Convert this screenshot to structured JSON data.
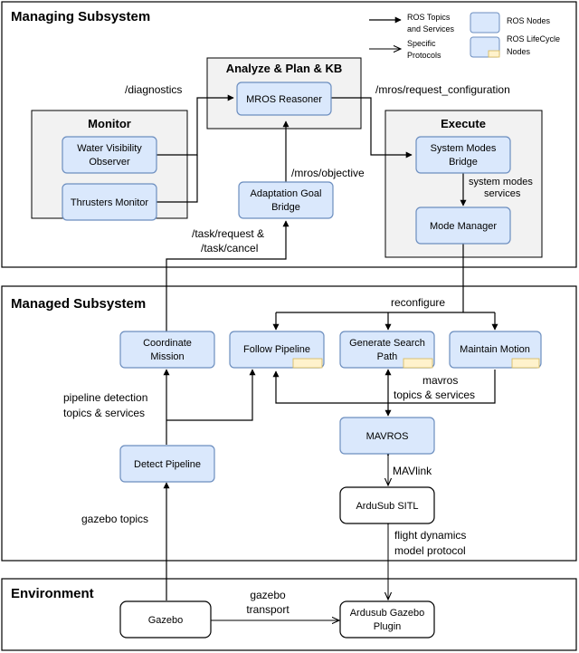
{
  "sections": {
    "managing": "Managing Subsystem",
    "managed": "Managed Subsystem",
    "environment": "Environment"
  },
  "groups": {
    "analyze": "Analyze & Plan & KB",
    "monitor": "Monitor",
    "execute": "Execute"
  },
  "legend": {
    "ros_topics_line1": "ROS Topics",
    "ros_topics_line2": "and Services",
    "specific_line1": "Specific",
    "specific_line2": "Protocols",
    "ros_nodes": "ROS Nodes",
    "ros_lifecycle_line1": "ROS LifeCycle",
    "ros_lifecycle_line2": "Nodes"
  },
  "nodes": {
    "mros_reasoner": "MROS Reasoner",
    "water_visibility_line1": "Water Visibility",
    "water_visibility_line2": "Observer",
    "thrusters_monitor": "Thrusters Monitor",
    "adaptation_goal_line1": "Adaptation Goal",
    "adaptation_goal_line2": "Bridge",
    "system_modes_line1": "System Modes",
    "system_modes_line2": "Bridge",
    "mode_manager": "Mode Manager",
    "coordinate_mission_line1": "Coordinate",
    "coordinate_mission_line2": "Mission",
    "follow_pipeline": "Follow Pipeline",
    "generate_search_line1": "Generate Search",
    "generate_search_line2": "Path",
    "maintain_motion": "Maintain Motion",
    "mavros": "MAVROS",
    "detect_pipeline": "Detect Pipeline",
    "ardusub_sitl": "ArduSub SITL",
    "gazebo": "Gazebo",
    "ardusub_plugin_line1": "Ardusub Gazebo",
    "ardusub_plugin_line2": "Plugin"
  },
  "edge_labels": {
    "diagnostics": "/diagnostics",
    "request_configuration": "/mros/request_configuration",
    "objective": "/mros/objective",
    "system_modes_line1": "system modes",
    "system_modes_line2": "services",
    "task_line1": "/task/request &",
    "task_line2": "/task/cancel",
    "reconfigure": "reconfigure",
    "pipeline_detection_line1": "pipeline detection",
    "pipeline_detection_line2": "topics & services",
    "mavros_topics_line1": "mavros",
    "mavros_topics_line2": "topics & services",
    "mavlink": "MAVlink",
    "gazebo_topics": "gazebo topics",
    "flight_dynamics_line1": "flight dynamics",
    "flight_dynamics_line2": "model protocol",
    "gazebo_transport_line1": "gazebo",
    "gazebo_transport_line2": "transport"
  },
  "colors": {
    "node_fill": "#dae8fc",
    "node_stroke": "#6c8ebf",
    "group_fill": "#f2f2f2",
    "lifecycle_tab": "#fff2cc"
  }
}
